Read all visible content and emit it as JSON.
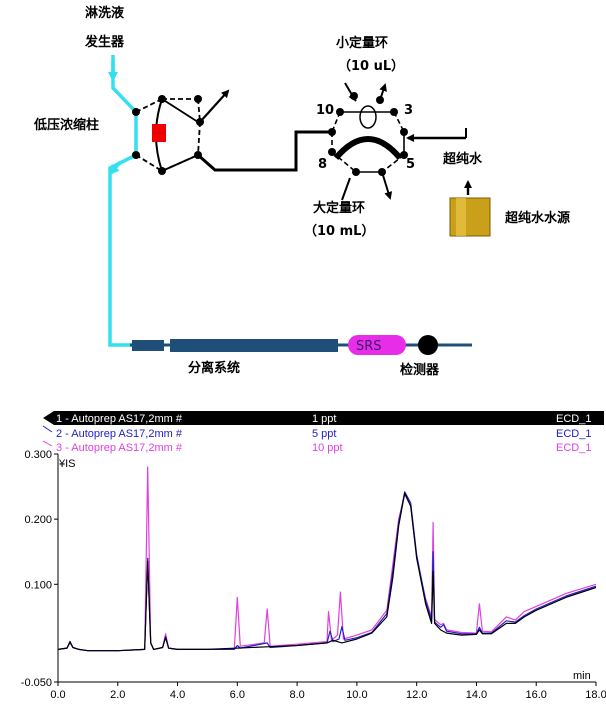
{
  "labels": {
    "eluent_generator_line1": "淋洗液",
    "eluent_generator_line2": "发生器",
    "concentrator": "低压浓缩柱",
    "small_loop_line1": "小定量环",
    "small_loop_line2": "（10 uL）",
    "large_loop_line1": "大定量环",
    "large_loop_line2": "（10 mL）",
    "ultrapure_water": "超纯水",
    "ultrapure_source": "超纯水水源",
    "separation": "分离系统",
    "srs": "SRS",
    "detector": "检测器",
    "port_10": "10",
    "port_3": "3",
    "port_8": "8",
    "port_5": "5"
  },
  "colors": {
    "eluent_line": "#33e0f0",
    "column": "#1f4e79",
    "srs": "#e82de8",
    "valve_red": "#ee0000",
    "water_source": "#caa01a",
    "series_1": "#000000",
    "series_2": "#2020c8",
    "series_3": "#e040e0"
  },
  "chart_data": {
    "type": "line",
    "ylabel": "¥IS",
    "xlabel": "min",
    "xlim": [
      0.0,
      18.0
    ],
    "ylim": [
      -0.05,
      0.3
    ],
    "x_ticks": [
      "0.0",
      "2.0",
      "4.0",
      "6.0",
      "8.0",
      "10.0",
      "12.0",
      "14.0",
      "16.0",
      "18.0"
    ],
    "y_ticks": [
      "0.300",
      "0.200",
      "0.100",
      "-0.050"
    ],
    "series": [
      {
        "name": "1 - Autoprep AS17,2mm #",
        "level": "1 ppt",
        "detector": "ECD_1",
        "color": "#000000",
        "x": [
          0.0,
          0.3,
          0.4,
          0.5,
          0.7,
          1.0,
          2.0,
          2.9,
          3.0,
          3.1,
          3.2,
          3.5,
          3.6,
          3.7,
          4.0,
          5.0,
          6.0,
          7.0,
          8.0,
          9.0,
          9.2,
          9.5,
          10.0,
          10.5,
          11.0,
          11.2,
          11.4,
          11.6,
          11.8,
          12.0,
          12.3,
          12.5,
          12.55,
          12.6,
          12.8,
          13.0,
          13.5,
          14.0,
          14.1,
          14.2,
          14.5,
          15.0,
          15.3,
          15.6,
          16.0,
          17.0,
          18.0
        ],
        "y": [
          0.0,
          0.002,
          0.012,
          0.003,
          0.0,
          -0.002,
          -0.002,
          0.0,
          0.135,
          0.01,
          0.0,
          0.003,
          0.018,
          0.002,
          0.0,
          0.0,
          0.002,
          0.004,
          0.006,
          0.01,
          0.014,
          0.01,
          0.016,
          0.025,
          0.05,
          0.11,
          0.19,
          0.24,
          0.22,
          0.14,
          0.07,
          0.04,
          0.12,
          0.04,
          0.03,
          0.025,
          0.022,
          0.023,
          0.03,
          0.024,
          0.024,
          0.04,
          0.04,
          0.05,
          0.06,
          0.08,
          0.095
        ]
      },
      {
        "name": "2 - Autoprep AS17,2mm #",
        "level": "5 ppt",
        "detector": "ECD_1",
        "color": "#2020c8",
        "x": [
          0.0,
          0.3,
          0.4,
          0.5,
          0.7,
          1.0,
          2.0,
          2.9,
          3.0,
          3.1,
          3.2,
          3.5,
          3.6,
          3.7,
          4.0,
          5.0,
          5.9,
          6.0,
          6.1,
          7.0,
          7.1,
          8.0,
          9.0,
          9.1,
          9.2,
          9.4,
          9.5,
          9.6,
          10.0,
          10.5,
          11.0,
          11.2,
          11.4,
          11.6,
          11.8,
          12.0,
          12.3,
          12.5,
          12.55,
          12.6,
          12.8,
          12.9,
          13.0,
          13.5,
          14.0,
          14.1,
          14.2,
          14.5,
          15.0,
          15.3,
          15.6,
          16.0,
          17.0,
          18.0
        ],
        "y": [
          0.0,
          0.002,
          0.012,
          0.003,
          0.0,
          -0.002,
          -0.002,
          0.0,
          0.14,
          0.01,
          0.0,
          0.003,
          0.02,
          0.002,
          0.0,
          0.0,
          0.0,
          0.006,
          0.002,
          0.01,
          0.003,
          0.006,
          0.01,
          0.028,
          0.012,
          0.016,
          0.035,
          0.014,
          0.018,
          0.026,
          0.055,
          0.12,
          0.195,
          0.242,
          0.225,
          0.145,
          0.075,
          0.045,
          0.15,
          0.042,
          0.034,
          0.038,
          0.028,
          0.024,
          0.024,
          0.034,
          0.025,
          0.025,
          0.044,
          0.042,
          0.052,
          0.062,
          0.082,
          0.097
        ]
      },
      {
        "name": "3 - Autoprep AS17,2mm #",
        "level": "10 ppt",
        "detector": "ECD_1",
        "color": "#e040e0",
        "x": [
          0.0,
          0.3,
          0.4,
          0.5,
          0.7,
          1.0,
          2.0,
          2.9,
          3.0,
          3.1,
          3.2,
          3.5,
          3.6,
          3.7,
          4.0,
          5.0,
          5.9,
          6.0,
          6.1,
          6.9,
          7.0,
          7.1,
          8.0,
          9.0,
          9.05,
          9.15,
          9.35,
          9.45,
          9.55,
          10.0,
          10.5,
          11.0,
          11.2,
          11.4,
          11.6,
          11.8,
          12.0,
          12.3,
          12.5,
          12.55,
          12.6,
          12.8,
          12.9,
          13.0,
          13.5,
          14.0,
          14.1,
          14.2,
          14.5,
          15.0,
          15.3,
          15.6,
          16.0,
          17.0,
          18.0
        ],
        "y": [
          0.0,
          0.002,
          0.01,
          0.003,
          0.0,
          -0.002,
          -0.002,
          0.0,
          0.28,
          0.01,
          0.0,
          0.003,
          0.024,
          0.002,
          0.0,
          0.0,
          0.0,
          0.08,
          0.005,
          0.01,
          0.062,
          0.005,
          0.008,
          0.012,
          0.058,
          0.014,
          0.022,
          0.088,
          0.016,
          0.022,
          0.03,
          0.06,
          0.13,
          0.2,
          0.238,
          0.22,
          0.14,
          0.078,
          0.05,
          0.195,
          0.046,
          0.038,
          0.04,
          0.03,
          0.026,
          0.025,
          0.07,
          0.028,
          0.027,
          0.05,
          0.045,
          0.058,
          0.066,
          0.086,
          0.1
        ]
      }
    ]
  }
}
